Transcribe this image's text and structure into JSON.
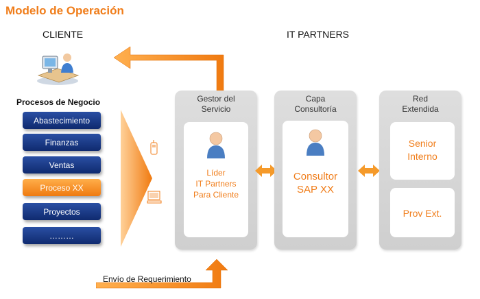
{
  "title": "Modelo de Operación",
  "headers": {
    "client": "CLIENTE",
    "partners": "IT PARTNERS"
  },
  "processes": {
    "title": "Procesos de Negocio",
    "items": [
      "Abastecimiento",
      "Finanzas",
      "Ventas",
      "Proceso XX",
      "Proyectos",
      "………"
    ]
  },
  "panels": {
    "gestor": {
      "title_line1": "Gestor del",
      "title_line2": "Servicio",
      "body_line1": "Líder",
      "body_line2": "IT Partners",
      "body_line3": "Para Cliente"
    },
    "capa": {
      "title_line1": "Capa",
      "title_line2": "Consultoría",
      "body_line1": "Consultor",
      "body_line2": "SAP XX"
    },
    "red": {
      "title_line1": "Red",
      "title_line2": "Extendida",
      "box1_line1": "Senior",
      "box1_line2": "Interno",
      "box2": "Prov Ext."
    }
  },
  "requirement_label": "Envío de Requerimiento",
  "colors": {
    "accent": "#f07d1a",
    "process_blue": "#1b3a8a",
    "panel_gray": "#d6d6d6"
  }
}
